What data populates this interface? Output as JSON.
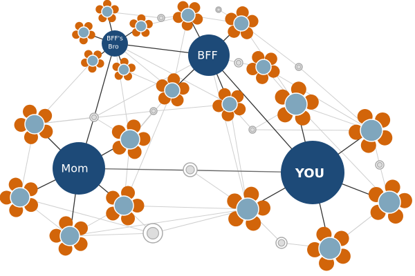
{
  "hubs": {
    "bff_bro": {
      "line1": "BFF's",
      "line2": "Bro"
    },
    "bff": {
      "label": "BFF"
    },
    "mom": {
      "label": "Mom"
    },
    "you": {
      "label": "YOU"
    }
  },
  "colors": {
    "hub": "#1d4a78",
    "flower_center": "#7fa6bd",
    "petal": "#d2650a",
    "strong_edge": "#333333",
    "weak_edge": "#cfcfcf",
    "ring": "#aaaaaa"
  }
}
